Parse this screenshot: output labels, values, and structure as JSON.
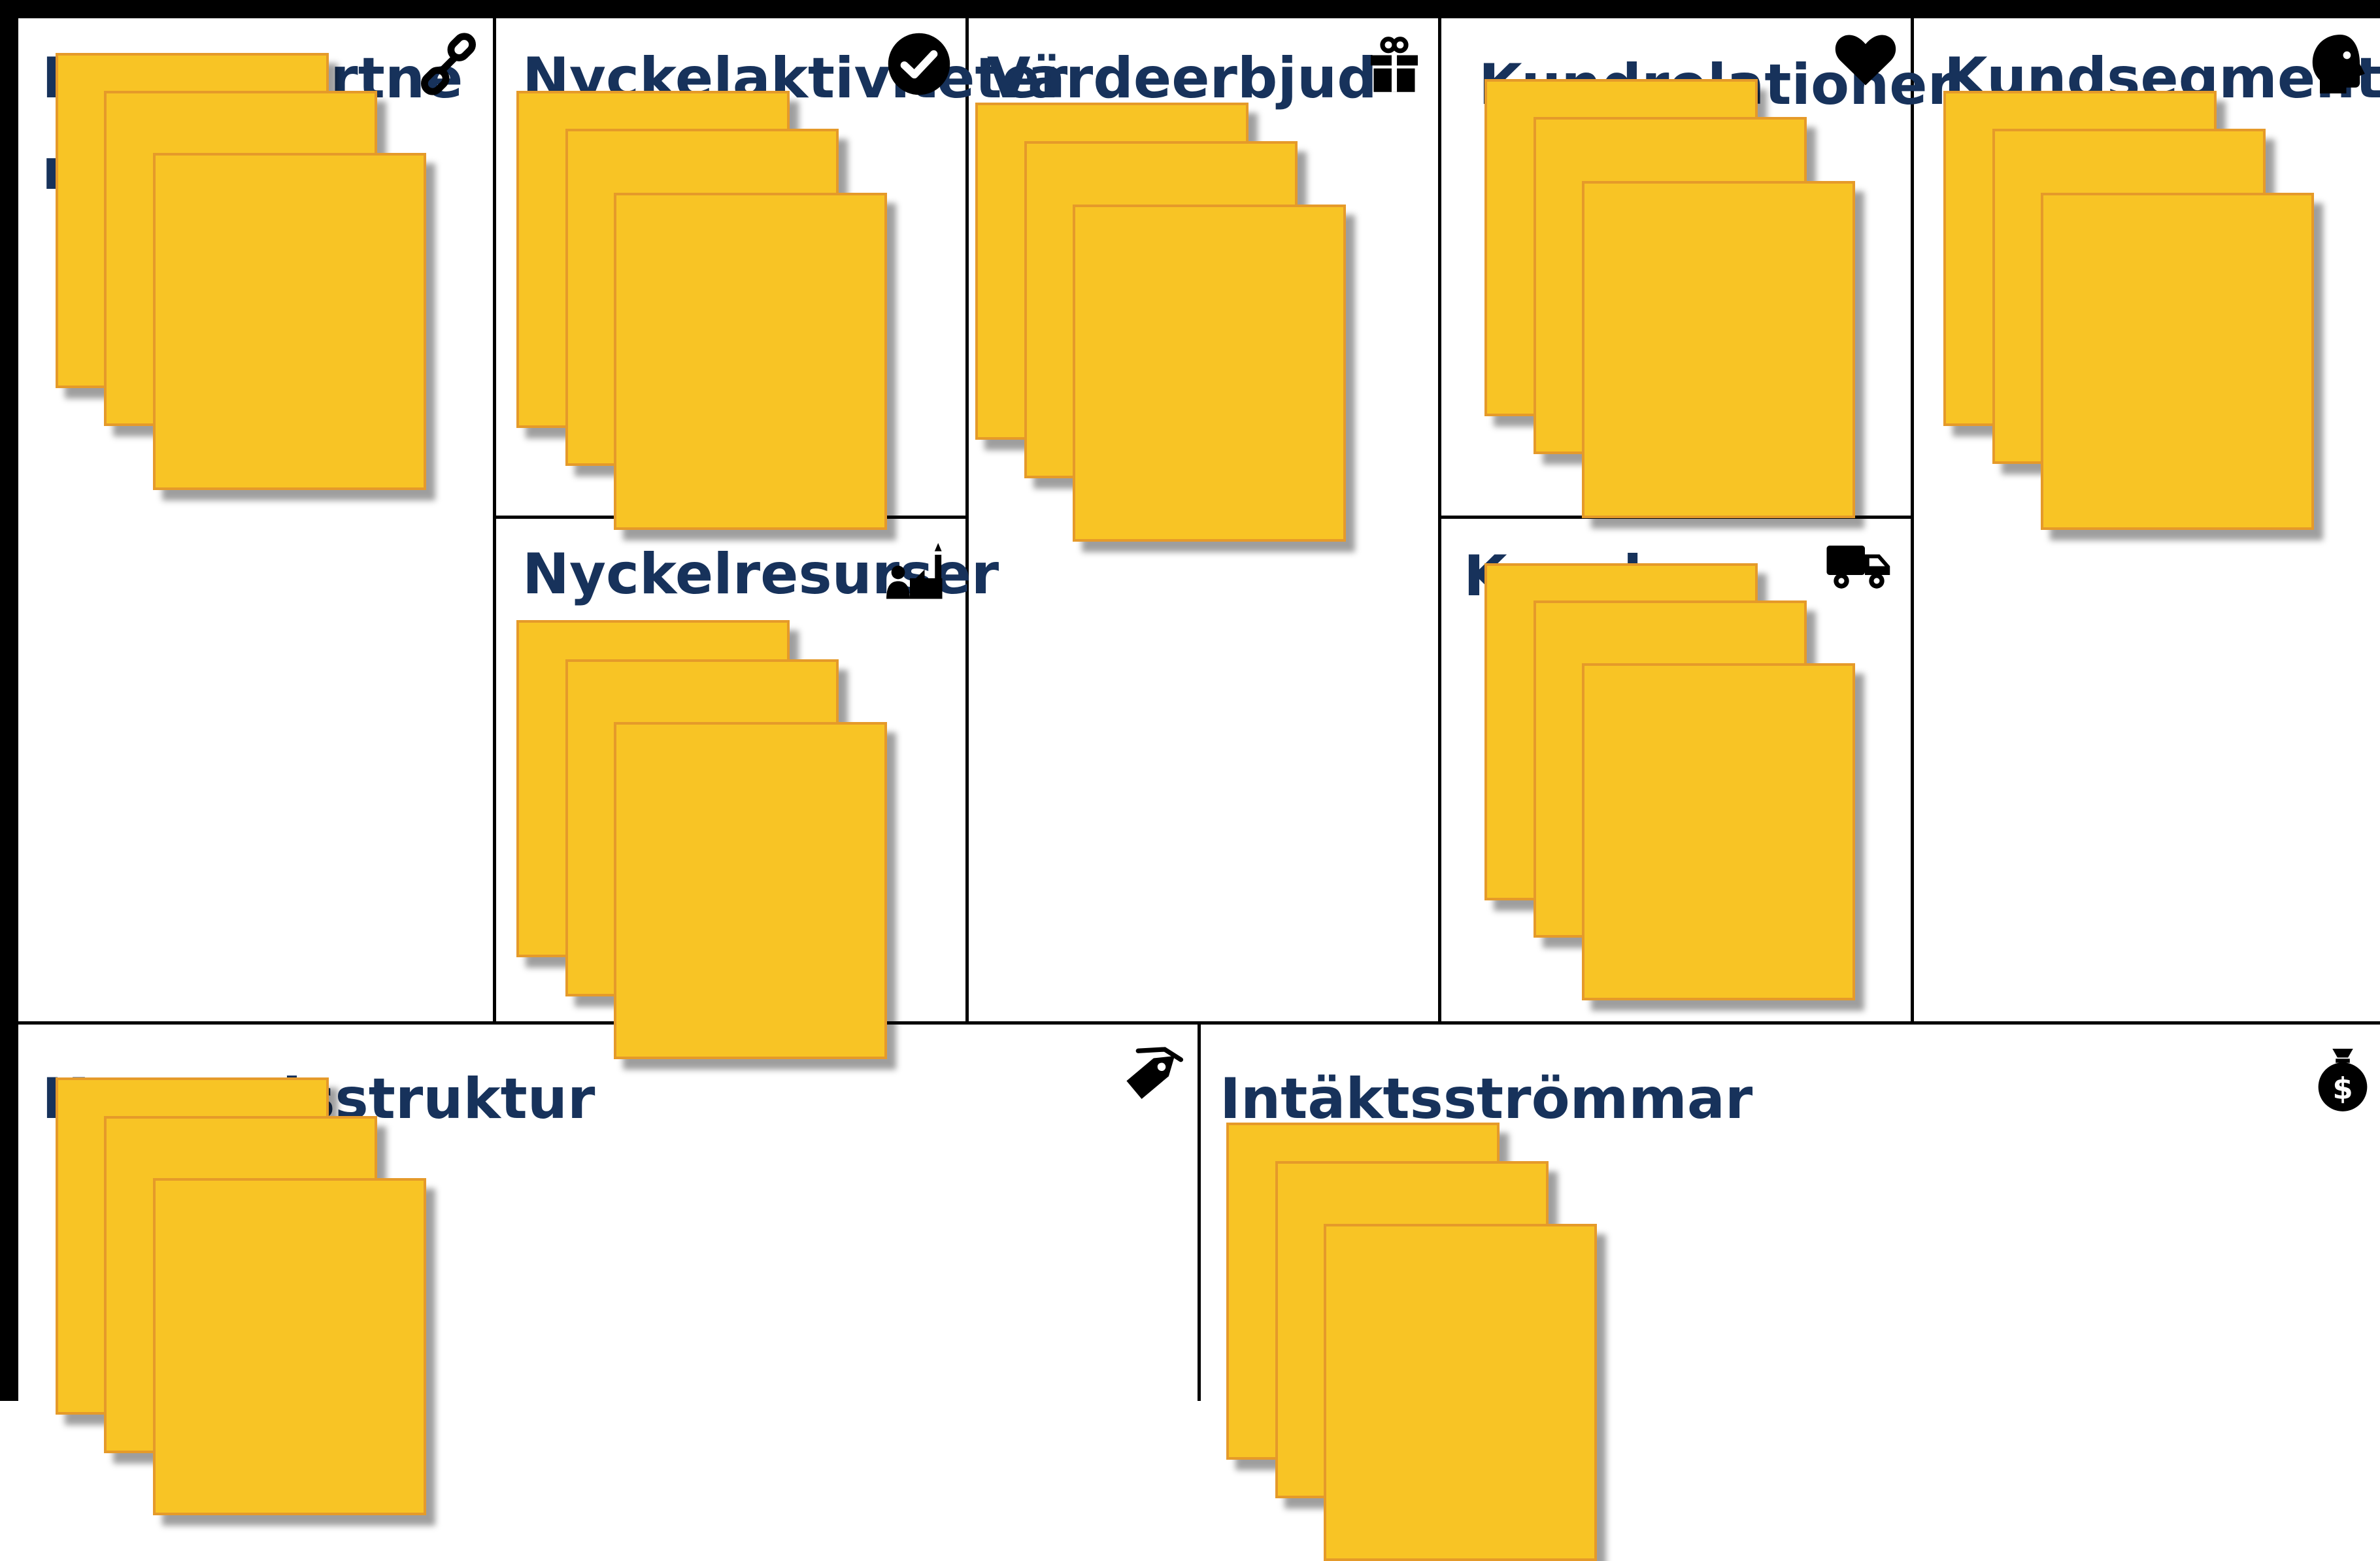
{
  "canvas": {
    "title": "Business Model Canvas",
    "colors": {
      "title_text": "#17325b",
      "border": "#000000",
      "background": "#ffffff",
      "sticky_note_fill": "#f8c425",
      "sticky_note_edge": "#e59a2a"
    },
    "blocks": {
      "key_partners": {
        "title": "Nyckelpartners",
        "icon": "link-icon"
      },
      "key_activities": {
        "title": "Nyckelaktiviteter",
        "icon": "check-circle-icon"
      },
      "key_resources": {
        "title": "Nyckelresurser",
        "icon": "factory-worker-icon"
      },
      "value_propositions": {
        "title": "Värdeerbjudande",
        "icon": "gift-icon"
      },
      "customer_relationships": {
        "title": "Kundrelationer",
        "icon": "heart-icon"
      },
      "channels": {
        "title": "Kanaler",
        "icon": "truck-icon"
      },
      "customer_segments": {
        "title": "Kundsegment",
        "icon": "face-icon"
      },
      "cost_structure": {
        "title": "Kostnadsstruktur",
        "icon": "price-tag-icon"
      },
      "revenue_streams": {
        "title": "Intäktsströmmar",
        "icon": "money-bag-icon"
      }
    },
    "sticky_notes_per_block": 3
  }
}
